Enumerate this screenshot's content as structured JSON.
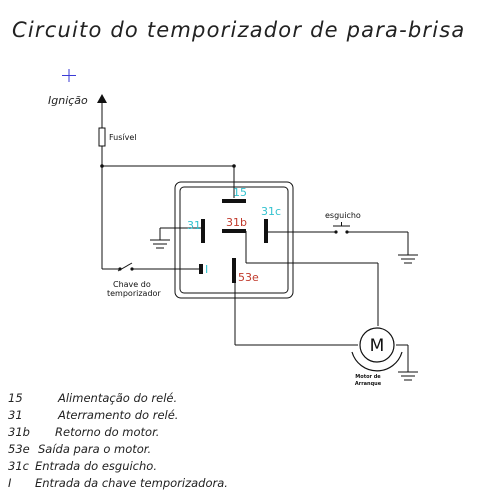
{
  "title": "Circuito do temporizador de para-brisa",
  "labels": {
    "ignicao": "Ignição",
    "fusivel": "Fusível",
    "esguicho": "esguicho",
    "chave_line1": "Chave do",
    "chave_line2": "temporizador",
    "motor_symbol": "M",
    "motor_line1": "Motor de",
    "motor_line2": "Arranque"
  },
  "terminals": {
    "t15": "15",
    "t31": "31",
    "t31b": "31b",
    "t31c": "31c",
    "t53e": "53e",
    "tI": "I"
  },
  "legend": [
    {
      "code": "15",
      "text": "Alimentação do relé."
    },
    {
      "code": "31",
      "text": "Aterramento do relé."
    },
    {
      "code": "31b",
      "text": "Retorno do motor."
    },
    {
      "code": "53e",
      "text": "Saída para o motor."
    },
    {
      "code": "31c",
      "text": "Entrada do esguicho."
    },
    {
      "code": "I",
      "text": "Entrada da chave temporizadora."
    }
  ],
  "colors": {
    "cyan": "#33c2cf",
    "red": "#c0392b",
    "line": "#111111",
    "cross": "#3b3bd6"
  }
}
